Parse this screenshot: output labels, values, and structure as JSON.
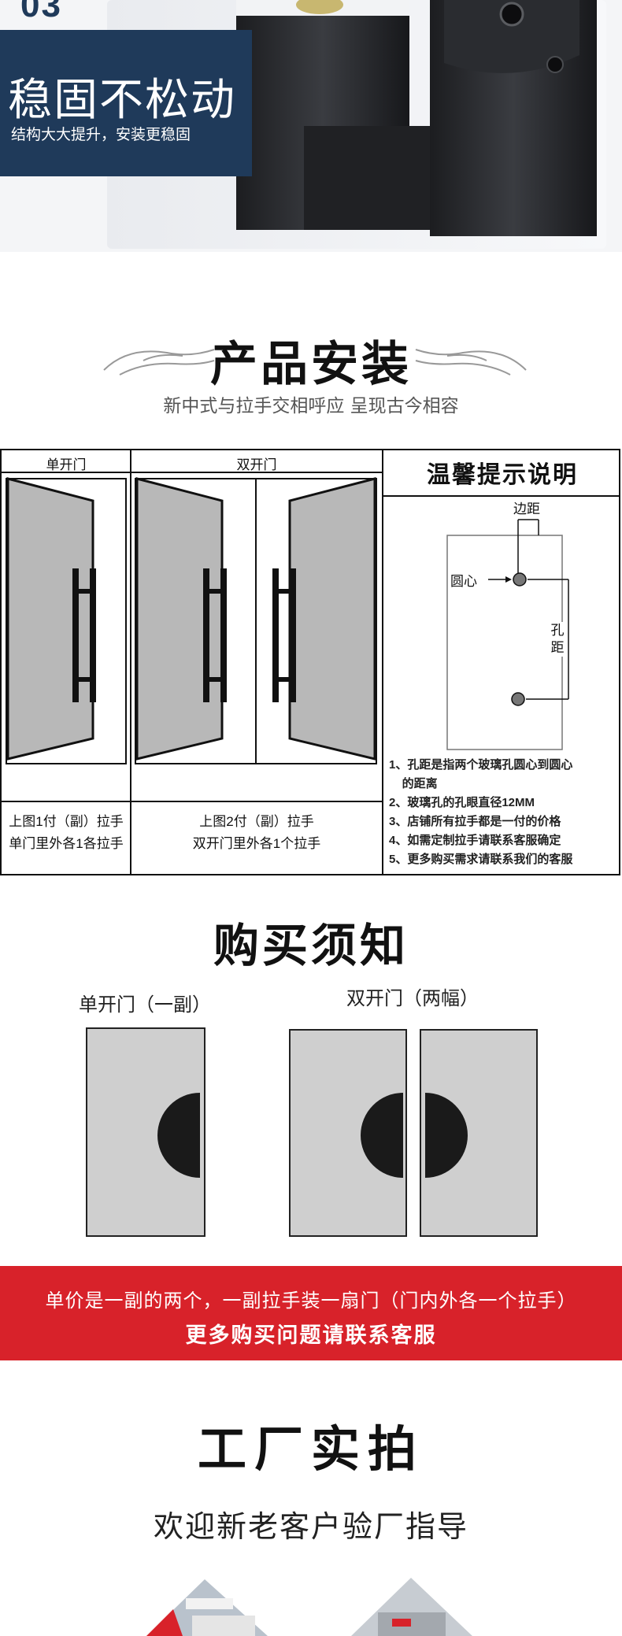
{
  "hero": {
    "number": "03",
    "title": "稳固不松动",
    "subtitle": "结构大大提升，安装更稳固"
  },
  "install": {
    "title": "产品安装",
    "subtitle": "新中式与拉手交相呼应 呈现古今相容"
  },
  "diagram": {
    "single_label": "单开门",
    "double_label": "双开门",
    "single_caption": [
      "上图1付（副）拉手",
      "单门里外各1各拉手"
    ],
    "double_caption": [
      "上图2付（副）拉手",
      "双开门里外各1个拉手"
    ],
    "tips_title": "温馨提示说明",
    "tag_margin": "边距",
    "tag_center": "圆心",
    "tag_hole_distance": "孔距",
    "tips": [
      "1、孔距是指两个玻璃孔圆心到圆心",
      "    的距离",
      "2、玻璃孔的孔眼直径12MM",
      "3、店铺所有拉手都是一付的价格",
      "4、如需定制拉手请联系客服确定",
      "5、更多购买需求请联系我们的客服"
    ]
  },
  "buy": {
    "title": "购买须知",
    "single_label": "单开门（一副）",
    "double_label": "双开门（两幅）"
  },
  "banner": {
    "line1": "单价是一副的两个，一副拉手装一扇门（门内外各一个拉手）",
    "line2": "更多购买问题请联系客服"
  },
  "factory": {
    "title": "工厂实拍",
    "subtitle": "欢迎新老客户验厂指导"
  },
  "colors": {
    "navy": "#1f3a5a",
    "red": "#d8222a",
    "door_gray": "#b8b8b8",
    "handle": "#111111"
  }
}
